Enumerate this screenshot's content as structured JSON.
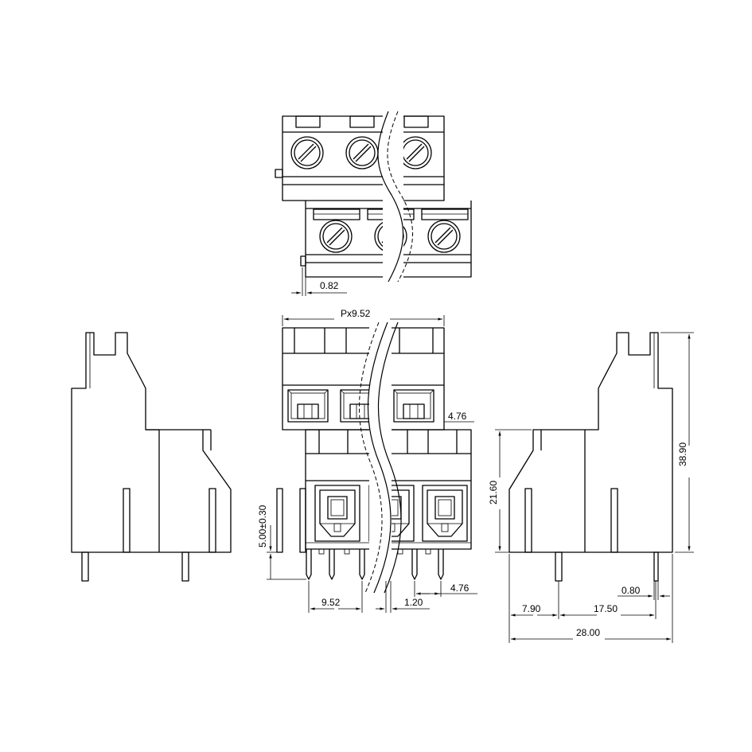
{
  "dimensions": {
    "offset_top": "0.82",
    "pitch": "Px9.52",
    "step_width": "4.76",
    "pin_spacing": "9.52",
    "pin_width": "1.20",
    "pin_offset": "4.76",
    "pin_length": "5.00±0.30",
    "lower_height": "21.60",
    "total_height": "38.90",
    "pin_thickness": "0.80",
    "front_offset": "7.90",
    "pin_distance": "17.50",
    "total_depth": "28.00"
  }
}
